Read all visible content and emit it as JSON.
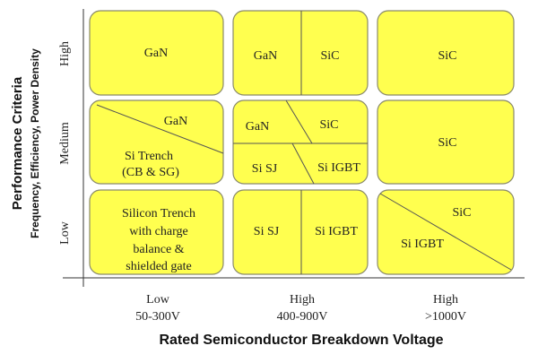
{
  "colors": {
    "cell_fill": "#ffff4f",
    "cell_border": "#8a8a6a"
  },
  "axes": {
    "y_title": "Performance Criteria",
    "y_subtitle": "Frequency, Efficiency, Power Density",
    "x_title": "Rated Semiconductor Breakdown Voltage",
    "y_levels": [
      "High",
      "Medium",
      "Low"
    ],
    "x_levels": [
      {
        "name": "Low",
        "range": "50-300V"
      },
      {
        "name": "High",
        "range": "400-900V"
      },
      {
        "name": "High",
        "range": ">1000V"
      }
    ]
  },
  "cells": {
    "high_low_v": "GaN",
    "high_mid_v_left": "GaN",
    "high_mid_v_right": "SiC",
    "high_high_v": "SiC",
    "med_low_v_top": "GaN",
    "med_low_v_bottom_1": "Si Trench",
    "med_low_v_bottom_2": "(CB & SG)",
    "med_mid_v_tl": "GaN",
    "med_mid_v_tr": "SiC",
    "med_mid_v_bl": "Si SJ",
    "med_mid_v_br": "Si IGBT",
    "med_high_v": "SiC",
    "low_low_v": [
      "Silicon Trench",
      "with charge",
      "balance &",
      "shielded gate"
    ],
    "low_mid_v_left": "Si SJ",
    "low_mid_v_right": "Si IGBT",
    "low_high_v_top": "SiC",
    "low_high_v_bottom": "Si IGBT"
  }
}
